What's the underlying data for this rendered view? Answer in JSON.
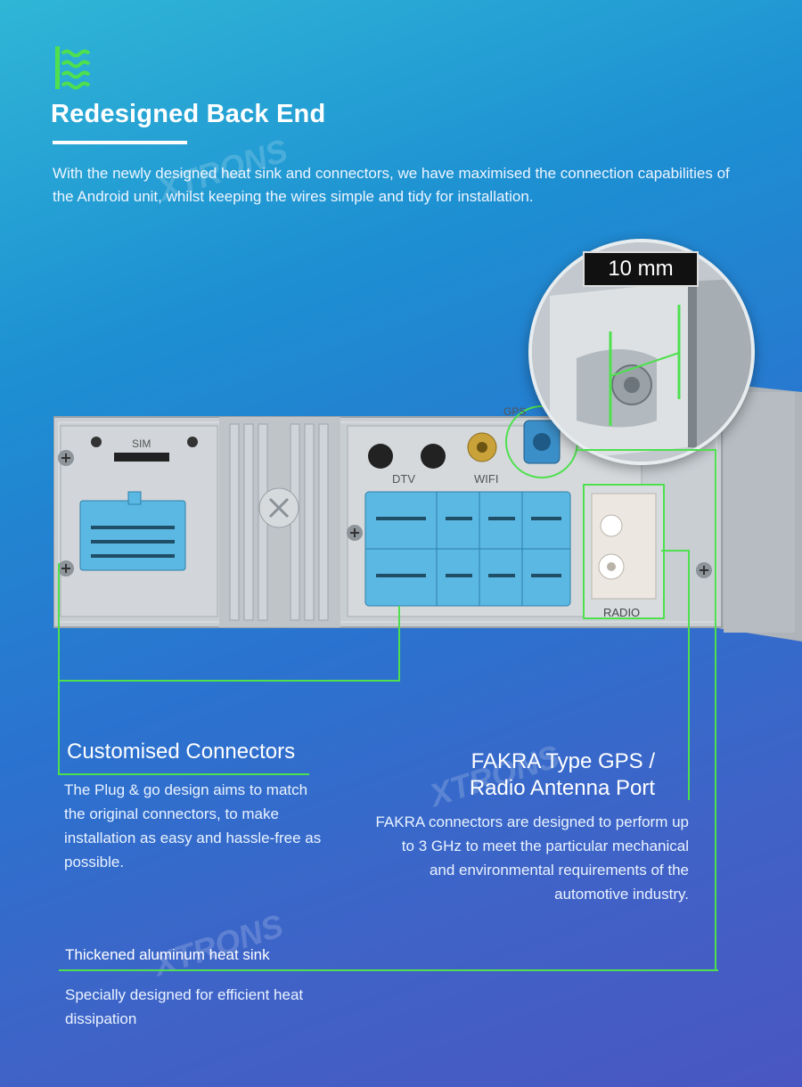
{
  "header": {
    "title": "Redesigned Back End",
    "intro": "With the newly designed heat sink and connectors, we have maximised the connection capabilities of the Android unit, whilst keeping the wires simple and tidy for installation."
  },
  "zoom": {
    "measure_label": "10 mm"
  },
  "device_labels": {
    "sim": "SIM",
    "dtv": "DTV",
    "wifi": "WIFI",
    "gps": "GPS",
    "radio": "RADIO"
  },
  "callouts": {
    "connectors": {
      "title": "Customised Connectors",
      "body": "The Plug & go design aims to match the original connectors, to make installation as easy and hassle-free as possible."
    },
    "fakra": {
      "title_line1": "FAKRA Type GPS /",
      "title_line2": "Radio Antenna Port",
      "body": "FAKRA connectors are designed to perform up to 3 GHz to meet the particular mechanical and environmental requirements of the automotive industry."
    },
    "heatsink": {
      "label": "Thickened aluminum heat sink",
      "body": "Specially designed for efficient heat dissipation"
    }
  },
  "colors": {
    "accent_green": "#4ee04e",
    "connector_blue": "#5ab8e3",
    "panel_silver": "#c9ced3"
  },
  "icons": [
    "heat-sink-icon",
    "screw-icon"
  ]
}
